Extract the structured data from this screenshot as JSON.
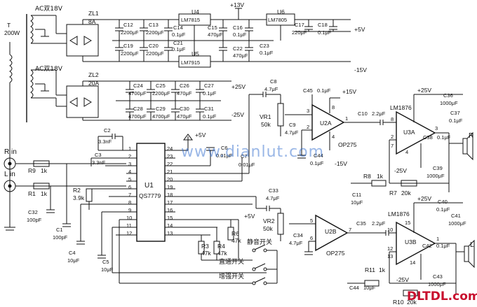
{
  "watermark": "www.dianlut.com",
  "brand": "DLTDL.com",
  "transformer": {
    "ref": "T",
    "rating": "200W",
    "winding_top": "AC双18V",
    "winding_bottom": "AC双18V"
  },
  "rectifiers": [
    {
      "ref": "ZL1",
      "rating": "8A"
    },
    {
      "ref": "ZL2",
      "rating": "20A"
    }
  ],
  "regulators": [
    {
      "ref": "U4",
      "part": "LM7815"
    },
    {
      "ref": "U5",
      "part": "LM7915"
    },
    {
      "ref": "U6",
      "part": "LM7805"
    }
  ],
  "rails": {
    "p13": "+13V",
    "p5": "+5V",
    "m15": "-15V",
    "p25": "+25V",
    "m25": "-25V",
    "p15": "+15V",
    "m15b": "-15V"
  },
  "capacitors": [
    {
      "ref": "C12",
      "value": "2200μF"
    },
    {
      "ref": "C13",
      "value": "2200μF"
    },
    {
      "ref": "C14",
      "value": "0.1μF"
    },
    {
      "ref": "C15",
      "value": "470μF"
    },
    {
      "ref": "C16",
      "value": "0.1μF"
    },
    {
      "ref": "C17",
      "value": "220μF"
    },
    {
      "ref": "C18",
      "value": "0.1μF"
    },
    {
      "ref": "C19",
      "value": "2200μF"
    },
    {
      "ref": "C20",
      "value": "2200μF"
    },
    {
      "ref": "C21",
      "value": "0.1μF"
    },
    {
      "ref": "C22",
      "value": "470μF"
    },
    {
      "ref": "C23",
      "value": "0.1μF"
    },
    {
      "ref": "C24",
      "value": "4700μF"
    },
    {
      "ref": "C25",
      "value": "2200μF"
    },
    {
      "ref": "C26",
      "value": "470μF"
    },
    {
      "ref": "C27",
      "value": "0.1μF"
    },
    {
      "ref": "C28",
      "value": "4700μF"
    },
    {
      "ref": "C29",
      "value": "4700μF"
    },
    {
      "ref": "C30",
      "value": "470μF"
    },
    {
      "ref": "C31",
      "value": "0.1μF"
    },
    {
      "ref": "C2",
      "value": "3.3nF"
    },
    {
      "ref": "C3",
      "value": "3.3nF"
    },
    {
      "ref": "C6",
      "value": "0.01μF"
    },
    {
      "ref": "C7",
      "value": "0.01μF"
    },
    {
      "ref": "C32",
      "value": "100pF"
    },
    {
      "ref": "C1",
      "value": "100pF"
    },
    {
      "ref": "C4",
      "value": "10μF"
    },
    {
      "ref": "C5",
      "value": "10μF"
    },
    {
      "ref": "C8",
      "value": "4.7μF"
    },
    {
      "ref": "C9",
      "value": "4.7μF"
    },
    {
      "ref": "C45",
      "value": "0.1μF"
    },
    {
      "ref": "C44",
      "value": "0.1μF"
    },
    {
      "ref": "C10",
      "value": "2.2μF"
    },
    {
      "ref": "C33",
      "value": "4.7μF"
    },
    {
      "ref": "C34",
      "value": "4.7μF"
    },
    {
      "ref": "C35",
      "value": "2.2μF"
    },
    {
      "ref": "C36",
      "value": "1000μF"
    },
    {
      "ref": "C37",
      "value": "0.1μF"
    },
    {
      "ref": "C38",
      "value": "0.1μF"
    },
    {
      "ref": "C39",
      "value": "1000μF"
    },
    {
      "ref": "C11",
      "value": "10μF"
    },
    {
      "ref": "C40",
      "value": "0.1μF"
    },
    {
      "ref": "C41",
      "value": "1000μF"
    },
    {
      "ref": "C42",
      "value": "0.1μF"
    },
    {
      "ref": "C43",
      "value": "1000μF"
    },
    {
      "ref": "C44",
      "value": "10μF"
    }
  ],
  "resistors": [
    {
      "ref": "R9",
      "value": "1k"
    },
    {
      "ref": "R1",
      "value": "1k"
    },
    {
      "ref": "R2",
      "value": "3.9k"
    },
    {
      "ref": "R3",
      "value": "47k"
    },
    {
      "ref": "R4",
      "value": "47k"
    },
    {
      "ref": "R6",
      "value": "47k"
    },
    {
      "ref": "R8",
      "value": "1k"
    },
    {
      "ref": "R7",
      "value": "20k"
    },
    {
      "ref": "R11",
      "value": "1k"
    },
    {
      "ref": "R10",
      "value": "20k"
    }
  ],
  "pots": [
    {
      "ref": "VR1",
      "value": "50k"
    },
    {
      "ref": "VR2",
      "value": "50k"
    }
  ],
  "ics": {
    "u1": {
      "ref": "U1",
      "part": "QS7779",
      "pins_left": [
        "1",
        "2",
        "3",
        "4",
        "5",
        "6",
        "7",
        "8",
        "9",
        "10",
        "11",
        "12"
      ],
      "pins_right": [
        "24",
        "23",
        "22",
        "21",
        "20",
        "19",
        "18",
        "17",
        "16",
        "15",
        "14",
        "13"
      ]
    },
    "u2a": {
      "ref": "U2A",
      "part": "OP275"
    },
    "u2b": {
      "ref": "U2B",
      "part": "OP275"
    },
    "u3a": {
      "ref": "U3A",
      "part": "LM1876"
    },
    "u3b": {
      "ref": "U3B",
      "part": "LM1876"
    }
  },
  "inputs": {
    "r": "R in",
    "l": "L in"
  },
  "switches": {
    "mute": "静音开关",
    "bypass": "直通开关",
    "enhance": "增强开关"
  },
  "outputs": {
    "r": "R",
    "l": "L"
  },
  "pin_numbers": {
    "u2a": [
      "3",
      "2",
      "1",
      "8",
      "4"
    ],
    "u2b": [
      "5",
      "6",
      "7"
    ],
    "u3a": [
      "8",
      "2",
      "3",
      "7",
      "4"
    ],
    "u3b": [
      "10",
      "12",
      "13",
      "15",
      "1",
      "14"
    ]
  }
}
